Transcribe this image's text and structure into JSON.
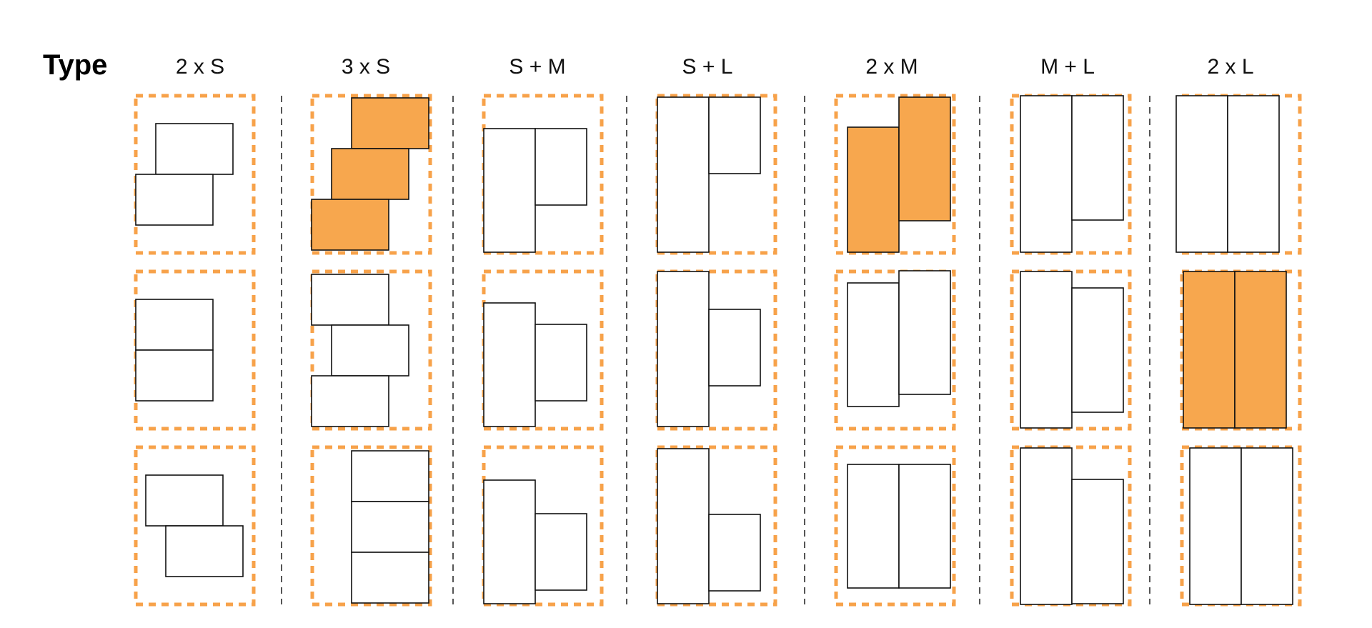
{
  "row_label": "Type",
  "colors": {
    "frame": "#F7A24A",
    "highlight": "#F7A74E",
    "empty": "#FFFFFF",
    "outline": "#111111",
    "divider": "#555555"
  },
  "columns": [
    {
      "label": "2 x S",
      "variants": [
        {
          "highlighted": false
        },
        {
          "highlighted": false
        },
        {
          "highlighted": false
        }
      ]
    },
    {
      "label": "3 x S",
      "variants": [
        {
          "highlighted": true
        },
        {
          "highlighted": false
        },
        {
          "highlighted": false
        }
      ]
    },
    {
      "label": "S + M",
      "variants": [
        {
          "highlighted": false
        },
        {
          "highlighted": false
        },
        {
          "highlighted": false
        }
      ]
    },
    {
      "label": "S + L",
      "variants": [
        {
          "highlighted": false
        },
        {
          "highlighted": false
        },
        {
          "highlighted": false
        }
      ]
    },
    {
      "label": "2 x M",
      "variants": [
        {
          "highlighted": true
        },
        {
          "highlighted": false
        },
        {
          "highlighted": false
        }
      ]
    },
    {
      "label": "M + L",
      "variants": [
        {
          "highlighted": false
        },
        {
          "highlighted": false
        },
        {
          "highlighted": false
        }
      ]
    },
    {
      "label": "2 x L",
      "variants": [
        {
          "highlighted": false
        },
        {
          "highlighted": true
        },
        {
          "highlighted": false
        }
      ]
    }
  ]
}
